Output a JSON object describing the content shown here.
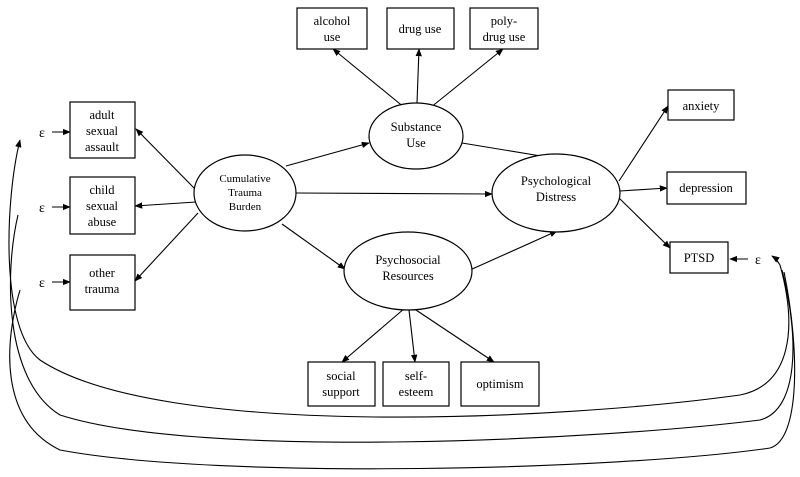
{
  "latent": {
    "cumulative_trauma": [
      "Cumulative",
      "Trauma",
      "Burden"
    ],
    "substance_use": [
      "Substance",
      "Use"
    ],
    "psychosocial_resources": [
      "Psychosocial",
      "Resources"
    ],
    "psychological_distress": [
      "Psychological",
      "Distress"
    ]
  },
  "observed": {
    "alcohol_use": [
      "alcohol",
      "use"
    ],
    "drug_use": [
      "drug use"
    ],
    "poly_drug_use": [
      "poly-",
      "drug use"
    ],
    "adult_sexual_assault": [
      "adult",
      "sexual",
      "assault"
    ],
    "child_sexual_abuse": [
      "child",
      "sexual",
      "abuse"
    ],
    "other_trauma": [
      "other",
      "trauma"
    ],
    "social_support": [
      "social",
      "support"
    ],
    "self_esteem": [
      "self-",
      "esteem"
    ],
    "optimism": [
      "optimism"
    ],
    "anxiety": [
      "anxiety"
    ],
    "depression": [
      "depression"
    ],
    "ptsd": [
      "PTSD"
    ]
  },
  "error_symbol": "ε"
}
